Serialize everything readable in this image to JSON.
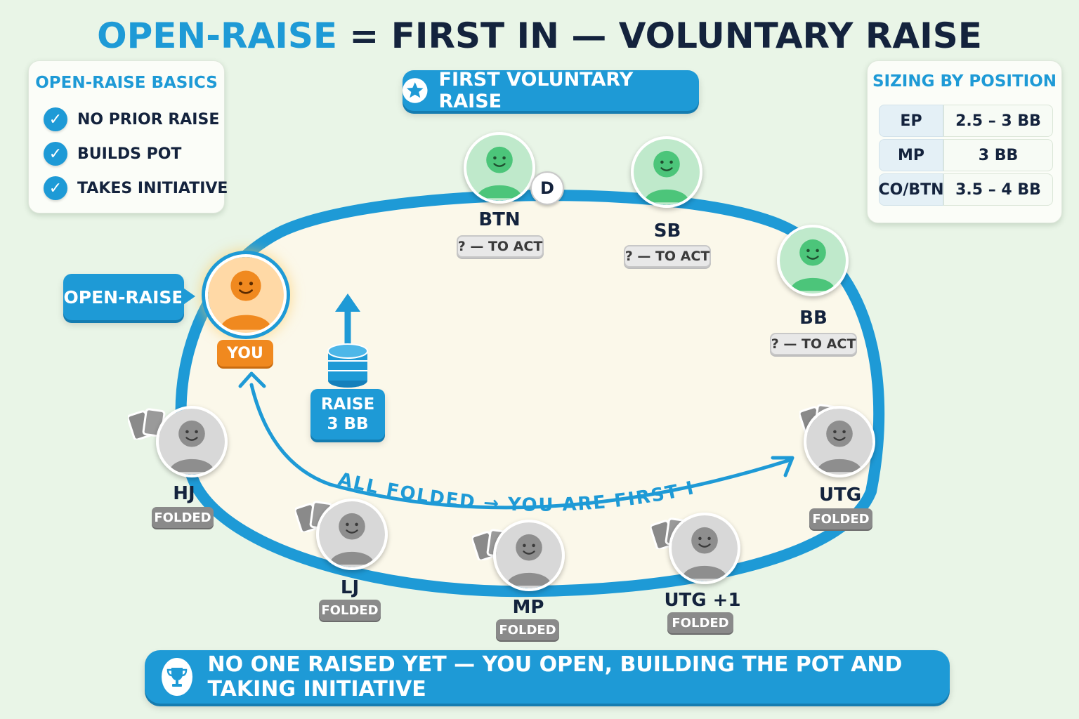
{
  "title": {
    "part1": "OPEN-RAISE",
    "part2": " = FIRST IN — VOLUNTARY RAISE"
  },
  "basics": {
    "heading": "OPEN-RAISE BASICS",
    "items": [
      "NO PRIOR RAISE",
      "BUILDS POT",
      "TAKES INITIATIVE"
    ]
  },
  "first_pill": "FIRST VOLUNTARY RAISE",
  "sizing": {
    "heading": "SIZING BY POSITION",
    "rows": [
      {
        "pos": "EP",
        "size": "2.5 – 3 BB"
      },
      {
        "pos": "MP",
        "size": "3 BB"
      },
      {
        "pos": "CO/BTN",
        "size": "3.5 – 4 BB"
      }
    ]
  },
  "dealer_label": "D",
  "seats": {
    "btn": {
      "label": "BTN",
      "status": "? — TO ACT"
    },
    "sb": {
      "label": "SB",
      "status": "? — TO ACT"
    },
    "bb": {
      "label": "BB",
      "status": "? — TO ACT"
    },
    "utg": {
      "label": "UTG",
      "status": "FOLDED"
    },
    "utg1": {
      "label": "UTG +1",
      "status": "FOLDED"
    },
    "mp": {
      "label": "MP",
      "status": "FOLDED"
    },
    "lj": {
      "label": "LJ",
      "status": "FOLDED"
    },
    "hj": {
      "label": "HJ",
      "status": "FOLDED"
    },
    "you": {
      "label": "YOU"
    }
  },
  "open_raise_bubble": "OPEN-RAISE",
  "raise_box": {
    "line1": "RAISE",
    "line2": "3 BB"
  },
  "arc_text": "ALL FOLDED → YOU ARE FIRST IN",
  "bottom_bar": "NO ONE RAISED YET — YOU OPEN, BUILDING THE POT AND TAKING INITIATIVE",
  "colors": {
    "accent": "#1e9ad6",
    "you": "#f0891f",
    "to_act": "#4cc57a",
    "folded": "#8a8a8a",
    "felt": "#fbf8ea"
  }
}
